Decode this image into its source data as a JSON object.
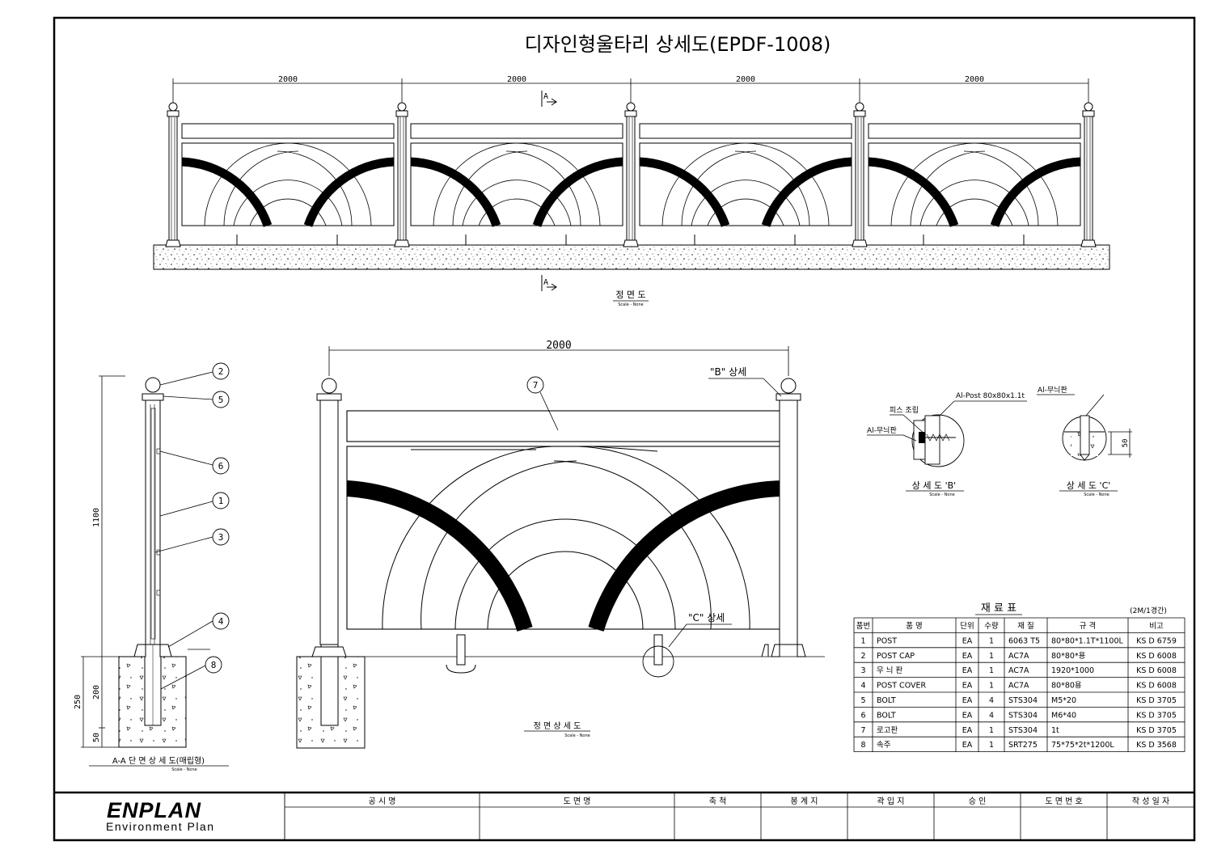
{
  "title": "디자인형울타리 상세도(EPDF-1008)",
  "front_view": {
    "dims": [
      "2000",
      "2000",
      "2000",
      "2000"
    ],
    "section_marker": "A",
    "caption": "정 면 도",
    "scale": "Scale - None"
  },
  "section_view": {
    "dims": [
      "1100",
      "250",
      "200",
      "50"
    ],
    "callouts": [
      "2",
      "5",
      "6",
      "1",
      "3",
      "4",
      "8"
    ],
    "caption": "A-A 단 면 상 세 도(매립형)",
    "scale": "Scale - None"
  },
  "detail_view": {
    "dim": "2000",
    "callout": "7",
    "label_b": "\"B\" 상세",
    "label_c": "\"C\" 상세",
    "caption": "정 면 상 세 도",
    "scale": "Scale - None"
  },
  "detail_b": {
    "label_post": "Al-Post 80x80x1.1t",
    "label_screw": "피스 조립",
    "label_panel": "Al-무늬판",
    "caption": "상 세 도 'B'",
    "scale": "Scale - None"
  },
  "detail_c": {
    "label_panel": "Al-무늬판",
    "dim": "50",
    "caption": "상 세 도 'C'",
    "scale": "Scale - None"
  },
  "materials": {
    "title": "재 료 표",
    "note": "(2M/1경간)",
    "headers": [
      "품번",
      "품   명",
      "단위",
      "수량",
      "재   질",
      "규   격",
      "비고"
    ],
    "rows": [
      [
        "1",
        "POST",
        "EA",
        "1",
        "6063 T5",
        "80*80*1.1T*1100L",
        "KS D 6759"
      ],
      [
        "2",
        "POST CAP",
        "EA",
        "1",
        "AC7A",
        "80*80*용",
        "KS D 6008"
      ],
      [
        "3",
        "무  늬  판",
        "EA",
        "1",
        "AC7A",
        "1920*1000",
        "KS D 6008"
      ],
      [
        "4",
        "POST COVER",
        "EA",
        "1",
        "AC7A",
        "80*80용",
        "KS D 6008"
      ],
      [
        "5",
        "BOLT",
        "EA",
        "4",
        "STS304",
        "M5*20",
        "KS D 3705"
      ],
      [
        "6",
        "BOLT",
        "EA",
        "4",
        "STS304",
        "M6*40",
        "KS D 3705"
      ],
      [
        "7",
        "로고판",
        "EA",
        "1",
        "STS304",
        "1t",
        "KS D 3705"
      ],
      [
        "8",
        "속주",
        "EA",
        "1",
        "SRT275",
        "75*75*2t*1200L",
        "KS D 3568"
      ]
    ]
  },
  "title_block": {
    "brand": "ENPLAN",
    "brand_sub": "Environment Plan",
    "fields": [
      "공    시    명",
      "도    면    명",
      "축    척",
      "봉  계  지",
      "곽  입  지",
      "승    인",
      "도 면 번 호",
      "작 성 일 자"
    ]
  }
}
